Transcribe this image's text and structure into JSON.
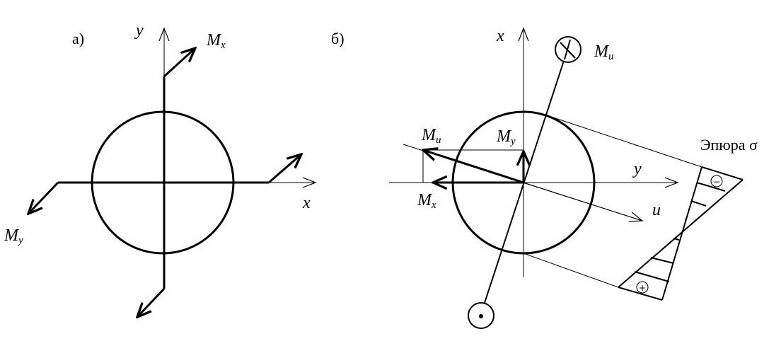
{
  "panel_a": {
    "label": "а)",
    "axis_y": "y",
    "axis_x": "x",
    "moment_x": {
      "main": "M",
      "sub": "x"
    },
    "moment_y": {
      "main": "M",
      "sub": "y"
    }
  },
  "panel_b": {
    "label": "б)",
    "axis_x": "x",
    "axis_y": "y",
    "axis_u": "u",
    "moment_u_top": {
      "main": "M",
      "sub": "u"
    },
    "moment_u": {
      "main": "M",
      "sub": "u"
    },
    "moment_y": {
      "main": "M",
      "sub": "y"
    },
    "moment_x": {
      "main": "M",
      "sub": "x"
    },
    "stress_diagram_title": "Эпюра σ",
    "minus_sign": "−",
    "plus_sign": "+"
  }
}
